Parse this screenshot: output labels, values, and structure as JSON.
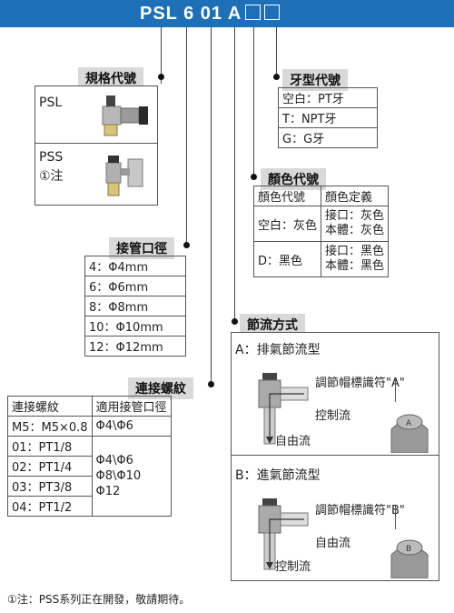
{
  "header": {
    "code": "PSL 6 01 A"
  },
  "spec": {
    "title": "規格代號",
    "items": [
      {
        "code": "PSL",
        "note": ""
      },
      {
        "code": "PSS",
        "note": "①注"
      }
    ]
  },
  "tube": {
    "title": "接管口徑",
    "rows": [
      "4：Φ4mm",
      "6：Φ6mm",
      "8：Φ8mm",
      "10：Φ10mm",
      "12：Φ12mm"
    ]
  },
  "thread_conn": {
    "title": "連接螺紋",
    "headers": [
      "連接螺紋",
      "適用接管口徑"
    ],
    "rows": [
      {
        "thread": "M5：M5×0.8",
        "tube": "Φ4\\Φ6"
      },
      {
        "thread": "01：PT1/8",
        "tube": ""
      },
      {
        "thread": "02：PT1/4",
        "tube": ""
      },
      {
        "thread": "03：PT3/8",
        "tube": ""
      },
      {
        "thread": "04：PT1/2",
        "tube": ""
      }
    ],
    "merged_tube": [
      "Φ4\\Φ6",
      "Φ8\\Φ10",
      "Φ12"
    ]
  },
  "thread_type": {
    "title": "牙型代號",
    "rows": [
      "空白：PT牙",
      "T：NPT牙",
      "G：G牙"
    ]
  },
  "color": {
    "title": "顏色代號",
    "headers": [
      "顏色代號",
      "顏色定義"
    ],
    "rows": [
      {
        "code": "空白：灰色",
        "def1": "接口：灰色",
        "def2": "本體：灰色"
      },
      {
        "code": "D：黑色",
        "def1": "接口：黑色",
        "def2": "本體：黑色"
      }
    ]
  },
  "flow": {
    "title": "節流方式",
    "a": {
      "label": "A：排氣節流型",
      "mark": "調節帽標識符\"A\"",
      "control": "控制流",
      "free": "自由流",
      "cap_letter": "A"
    },
    "b": {
      "label": "B：進氣節流型",
      "mark": "調節帽標識符\"B\"",
      "free": "自由流",
      "control": "控制流",
      "cap_letter": "B"
    }
  },
  "footnote": "①注：PSS系列正在開發，敬請期待。"
}
